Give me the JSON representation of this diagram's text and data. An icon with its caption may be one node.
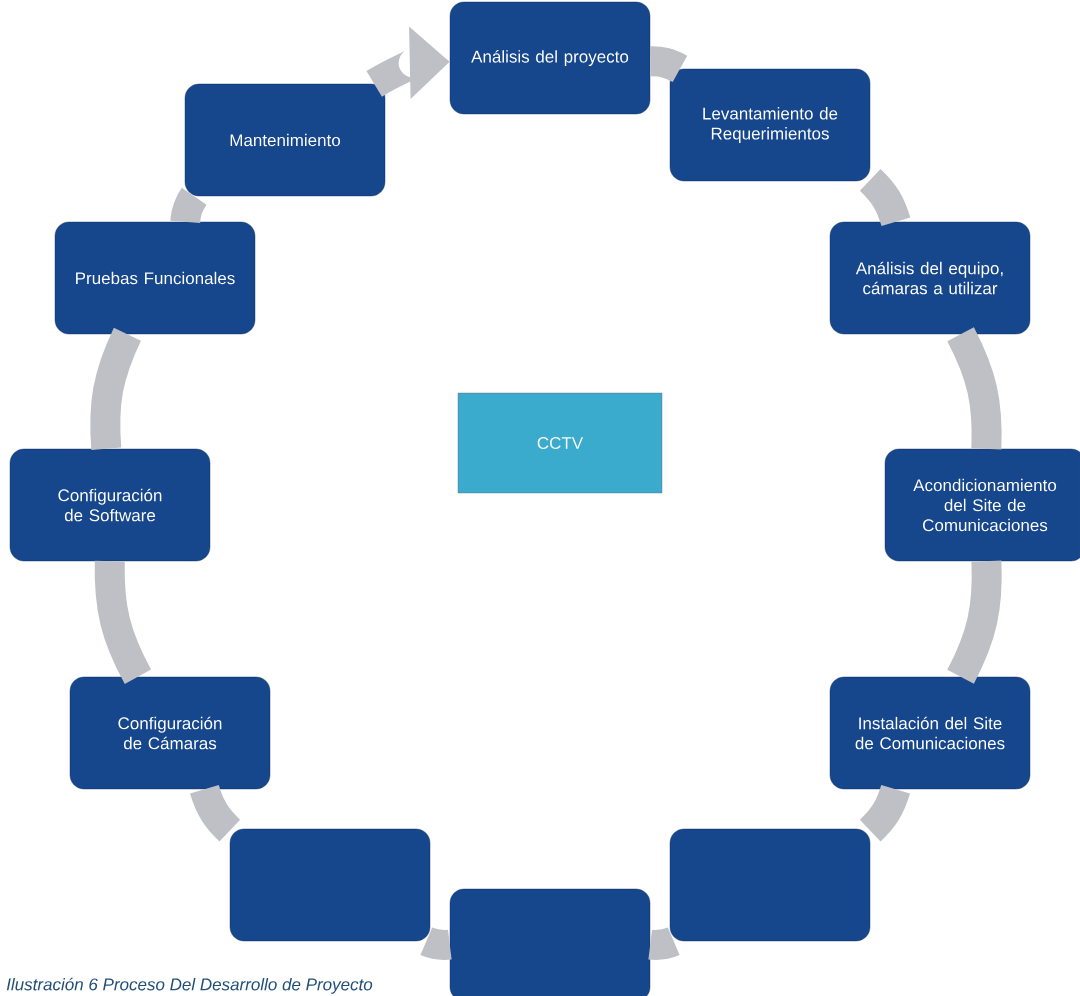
{
  "diagram": {
    "caption": "Ilustración 6 Proceso Del Desarrollo de Proyecto",
    "nodes": [
      {
        "text": [
          "Análisis del proyecto"
        ]
      },
      {
        "text": [
          "Levantamiento de Requerimientos"
        ]
      },
      {
        "text": [
          "Análisis del equipo, cámaras a utilizar"
        ]
      },
      {
        "text": [
          "Acondicionamiento del Site de Comunicaciones"
        ]
      },
      {
        "text": [
          "Instalación del Site de Comunicaciones"
        ]
      },
      {
        "text": [],
        "shape": "box"
      },
      {
        "text": [],
        "shape": "box"
      },
      {
        "text": [],
        "shape": "box"
      },
      {
        "text": [
          "Configuración de Cámaras"
        ]
      },
      {
        "text": [
          "Configuración de Software"
        ]
      },
      {
        "text": [
          "Pruebas Funcionales"
        ]
      },
      {
        "text": [
          "Mantenimiento"
        ]
      },
      {
        "text": [
          "CCTV"
        ]
      }
    ],
    "edges": [
      {
        "from": 0,
        "to": 1,
        "arrow": "none"
      },
      {
        "from": 1,
        "to": 2,
        "arrow": "none"
      },
      {
        "from": 2,
        "to": 3,
        "arrow": "none"
      },
      {
        "from": 3,
        "to": 4,
        "arrow": "none"
      },
      {
        "from": 4,
        "to": 5,
        "arrow": "none"
      },
      {
        "from": 5,
        "to": 6,
        "arrow": "none"
      },
      {
        "from": 6,
        "to": 7,
        "arrow": "none"
      },
      {
        "from": 7,
        "to": 8,
        "arrow": "none"
      },
      {
        "from": 8,
        "to": 9,
        "arrow": "none"
      },
      {
        "from": 9,
        "to": 10,
        "arrow": "none"
      },
      {
        "from": 10,
        "to": 11,
        "arrow": "none"
      },
      {
        "from": 11,
        "to": 0,
        "arrow": "to"
      }
    ]
  }
}
